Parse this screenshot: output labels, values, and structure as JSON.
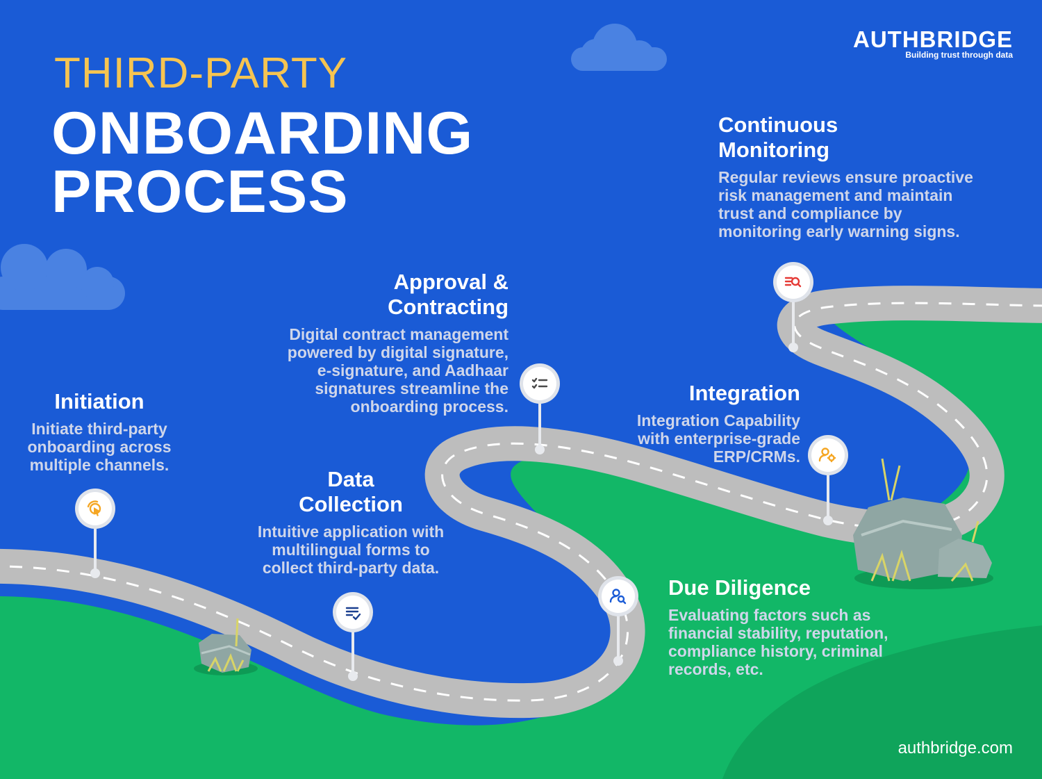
{
  "header": {
    "kicker": "THIRD-PARTY",
    "headline_line1": "ONBOARDING",
    "headline_line2": "PROCESS"
  },
  "brand": {
    "name": "AUTHBRIDGE",
    "tagline": "Building trust through data",
    "website": "authbridge.com"
  },
  "colors": {
    "sky": "#1a5bd6",
    "grass": "#12b767",
    "road": "#bdbdbd",
    "kicker": "#f6c451",
    "text": "#ffffff",
    "description": "#cfd6ea"
  },
  "steps": [
    {
      "key": "initiation",
      "title_lines": [
        "Initiation"
      ],
      "description_lines": [
        "Initiate third-party",
        "onboarding across",
        "multiple channels."
      ],
      "icon": "cursor-click-icon",
      "icon_color": "#f5a623"
    },
    {
      "key": "data-collection",
      "title_lines": [
        "Data",
        "Collection"
      ],
      "description_lines": [
        "Intuitive application with",
        "multilingual forms to",
        "collect third-party data."
      ],
      "icon": "list-check-icon",
      "icon_color": "#1a3f8f"
    },
    {
      "key": "approval-contracting",
      "title_lines": [
        "Approval &",
        "Contracting"
      ],
      "description_lines": [
        "Digital contract management",
        "powered by digital signature,",
        "e-signature, and Aadhaar",
        "signatures streamline the",
        "onboarding process."
      ],
      "icon": "checklist-icon",
      "icon_color": "#4a4a4a"
    },
    {
      "key": "due-diligence",
      "title_lines": [
        "Due Diligence"
      ],
      "description_lines": [
        "Evaluating factors such as",
        "financial stability, reputation,",
        "compliance history, criminal",
        "records, etc."
      ],
      "icon": "user-search-icon",
      "icon_color": "#1a5bd6"
    },
    {
      "key": "integration",
      "title_lines": [
        "Integration"
      ],
      "description_lines": [
        "Integration Capability",
        "with enterprise-grade",
        "ERP/CRMs."
      ],
      "icon": "user-gear-icon",
      "icon_color": "#f5a623"
    },
    {
      "key": "continuous-monitoring",
      "title_lines": [
        "Continuous",
        "Monitoring"
      ],
      "description_lines": [
        "Regular reviews ensure proactive",
        "risk management and maintain",
        "trust and compliance by",
        "monitoring early warning signs."
      ],
      "icon": "list-search-icon",
      "icon_color": "#e53935"
    }
  ]
}
